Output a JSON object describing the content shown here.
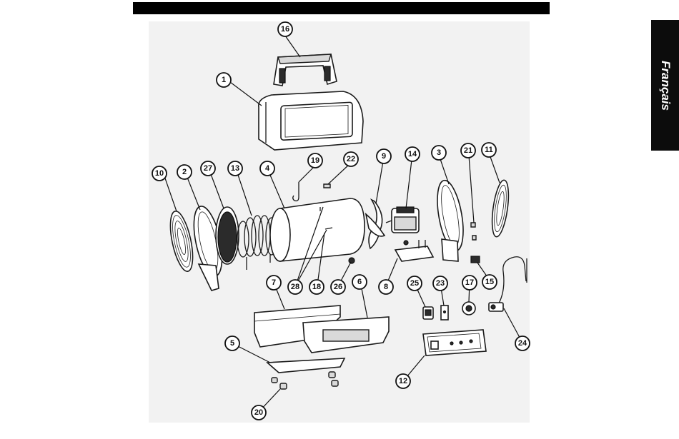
{
  "side_tab": {
    "label": "Français"
  },
  "callouts": [
    "16",
    "1",
    "19",
    "22",
    "9",
    "14",
    "3",
    "21",
    "11",
    "10",
    "2",
    "27",
    "13",
    "4",
    "28",
    "18",
    "26",
    "8",
    "25",
    "23",
    "17",
    "15",
    "7",
    "6",
    "24",
    "5",
    "12",
    "20"
  ]
}
